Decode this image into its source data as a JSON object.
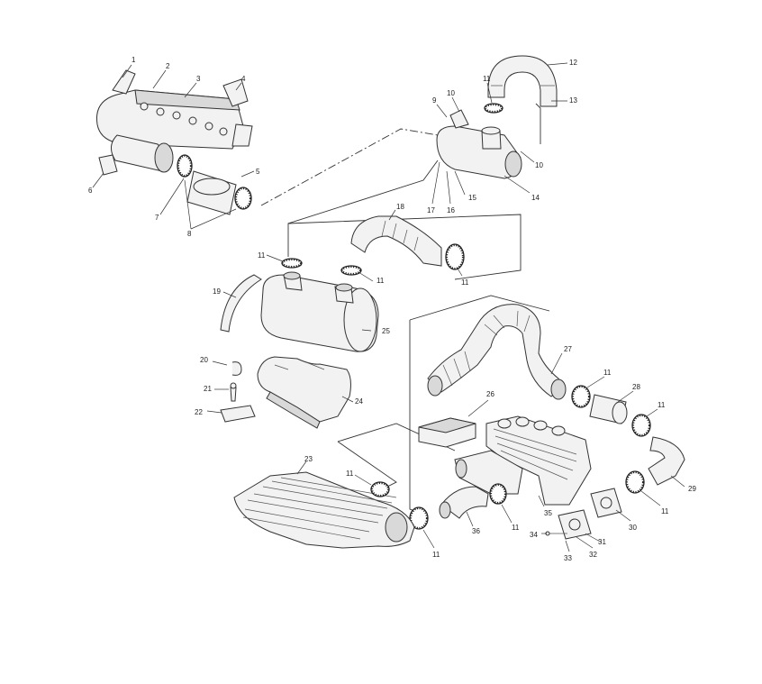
{
  "diagram": {
    "callouts": [
      "1",
      "2",
      "3",
      "4",
      "5",
      "6",
      "7",
      "8",
      "9",
      "10",
      "10",
      "11",
      "12",
      "13",
      "14",
      "15",
      "16",
      "17",
      "18",
      "11",
      "11",
      "11",
      "19",
      "25",
      "20",
      "21",
      "22",
      "24",
      "26",
      "27",
      "11",
      "28",
      "11",
      "29",
      "23",
      "11",
      "11",
      "36",
      "11",
      "35",
      "34",
      "33",
      "31",
      "32",
      "30",
      "11"
    ]
  },
  "colors": {
    "line": "#333333",
    "fill": "#f2f2f2",
    "shade": "#d9d9d9",
    "background": "#ffffff"
  }
}
